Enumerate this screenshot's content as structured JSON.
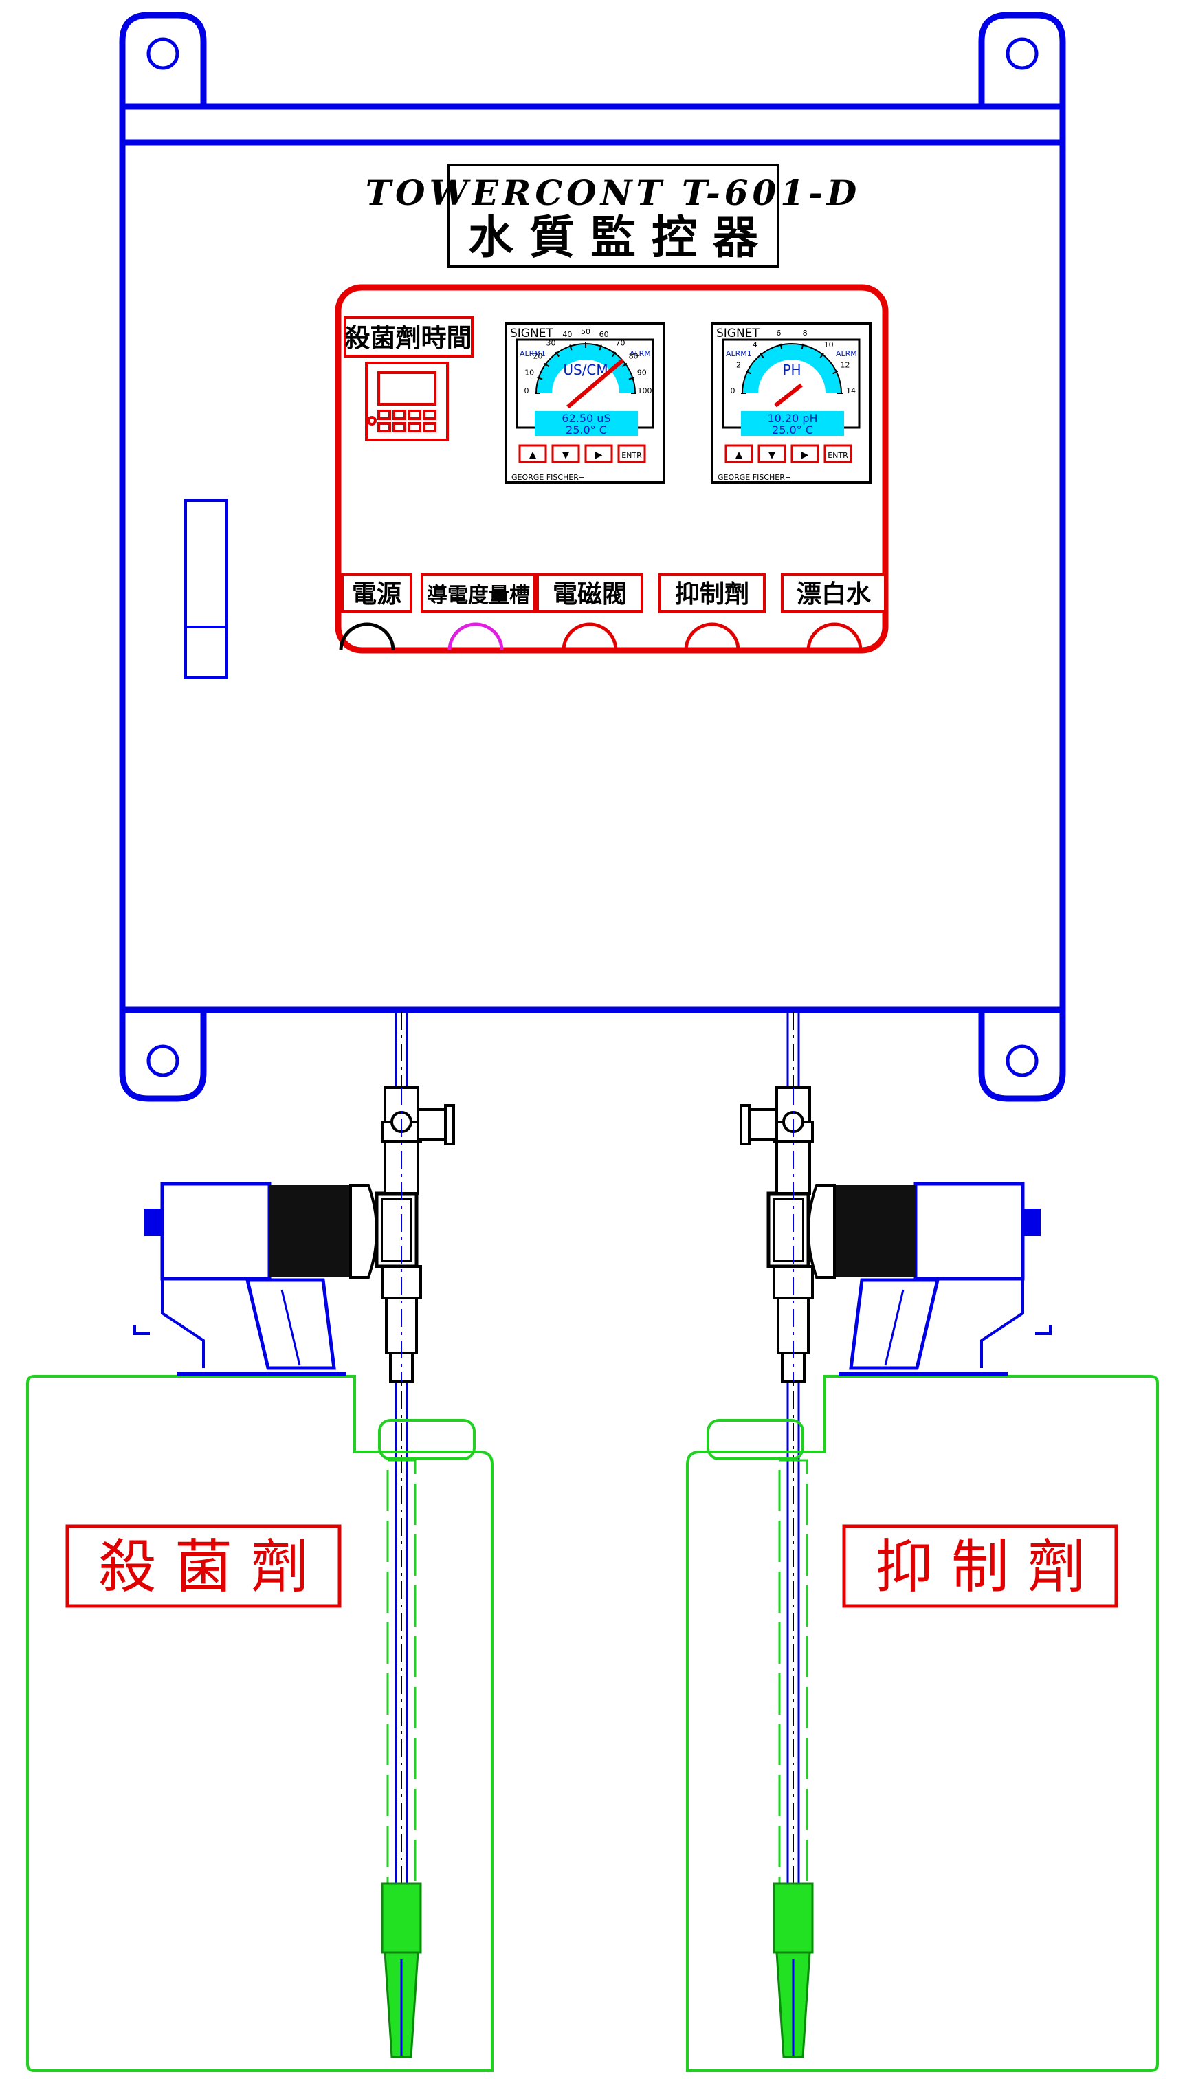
{
  "title": {
    "model": "TOWERCONT T-601-D",
    "name": "水 質 監 控 器"
  },
  "panel": {
    "timer_label": "殺菌劑時間",
    "switch_labels": [
      "電源",
      "導電度量槽",
      "電磁閥",
      "抑制劑",
      "漂白水"
    ]
  },
  "meters": [
    {
      "brand": "SIGNET",
      "unit": "US/CM",
      "reading": "62.50 uS",
      "temp": "25.0° C",
      "footer": "GEORGE FISCHER+",
      "left_tag": "ALRM1",
      "right_tag": "ALRM",
      "scale": [
        "0",
        "10",
        "20",
        "30",
        "40",
        "50",
        "60",
        "70",
        "80",
        "90",
        "100"
      ],
      "buttons": [
        "▲",
        "▼",
        "▶",
        "ENTR"
      ]
    },
    {
      "brand": "SIGNET",
      "unit": "PH",
      "reading": "10.20 pH",
      "temp": "25.0° C",
      "footer": "GEORGE FISCHER+",
      "left_tag": "ALRM1",
      "right_tag": "ALRM",
      "scale": [
        "0",
        "2",
        "4",
        "6",
        "8",
        "10",
        "12",
        "14"
      ],
      "buttons": [
        "▲",
        "▼",
        "▶",
        "ENTR"
      ]
    }
  ],
  "tanks": [
    {
      "label": "殺 菌 劑"
    },
    {
      "label": "抑 制 劑"
    }
  ],
  "colors": {
    "enclosure": "#0000e6",
    "panel": "#e60000",
    "tank": "#22d022",
    "pipe": "#0000e6",
    "gauge_face": "#00e0ff",
    "label": "#e00000"
  }
}
